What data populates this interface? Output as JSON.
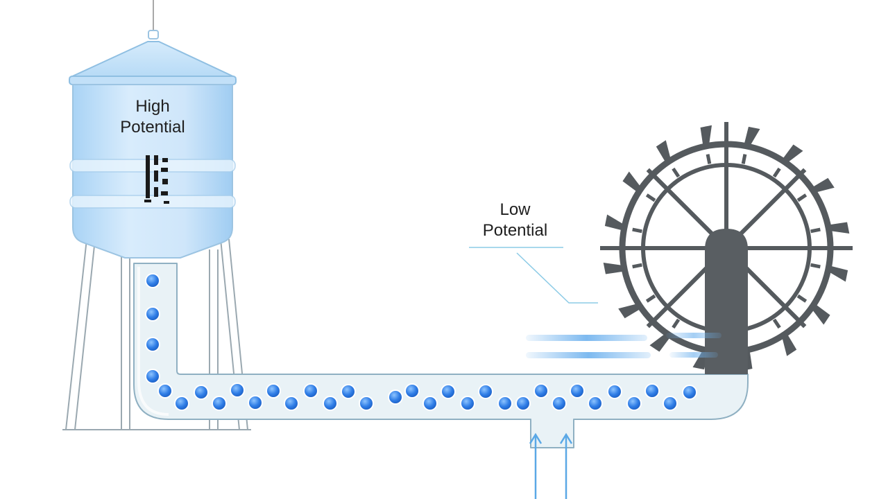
{
  "labels": {
    "high_potential_line1": "High",
    "high_potential_line2": "Potential",
    "low_potential_line1": "Low",
    "low_potential_line2": "Potential"
  },
  "colors": {
    "water_light": "#cfe7fb",
    "water_mid": "#a9d3f5",
    "tank_outline": "#9cc4e2",
    "pipe_fill": "#e9f2f6",
    "pipe_outline": "#8fb0c2",
    "particle": "#2f7de6",
    "wheel": "#555a5e",
    "flow_streak": "#6fb2ee",
    "arrow": "#5aa8e6",
    "leader_line": "#8ccbe6"
  },
  "icons": {
    "tank": "water-tower-icon",
    "wheel": "water-wheel-icon",
    "particle": "water-particle-icon",
    "arrow": "up-arrow-icon"
  }
}
